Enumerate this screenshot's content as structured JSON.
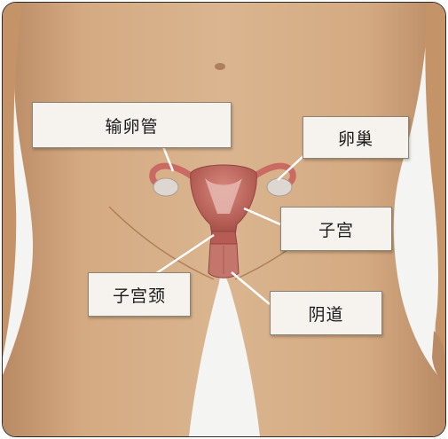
{
  "labels": {
    "fallopian_tube": "输卵管",
    "ovary": "卵巢",
    "uterus": "子宫",
    "cervix": "子宫颈",
    "vagina": "阴道"
  },
  "colors": {
    "skin": "#cfa37a",
    "skin_shadow": "#b8875f",
    "organ": "#c96b62",
    "organ_dark": "#9e4a45",
    "ovary": "#d9d2cd",
    "label_bg": "#f6f3ee"
  }
}
